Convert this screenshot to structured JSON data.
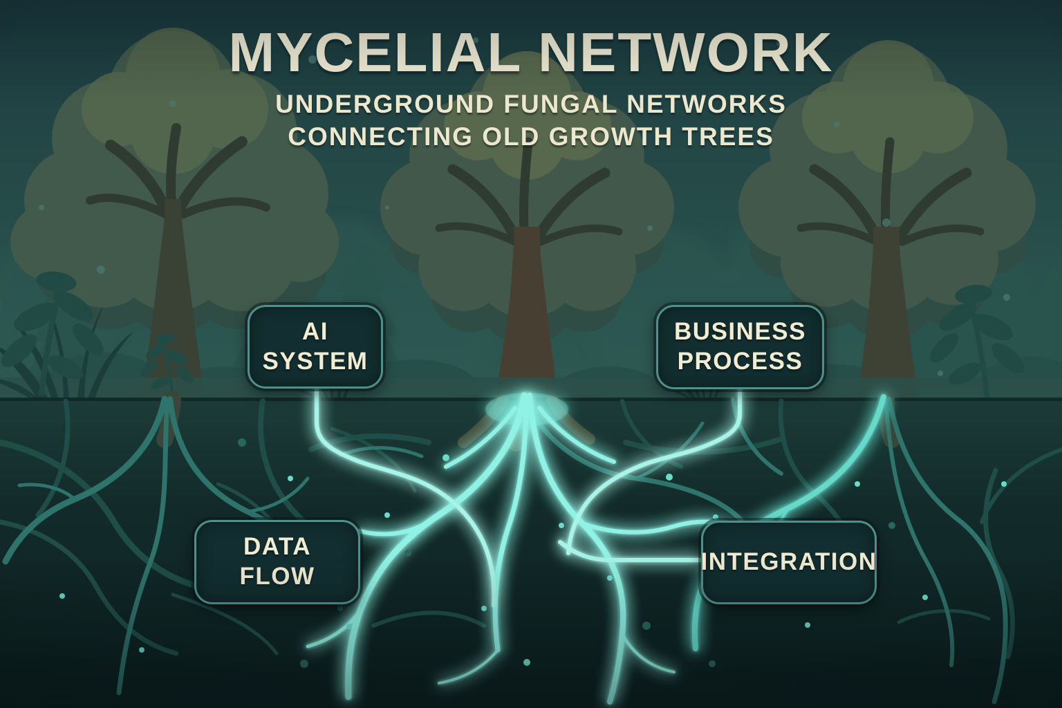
{
  "header": {
    "title": "MYCELIAL NETWORK",
    "subtitle_line1": "UNDERGROUND FUNGAL NETWORKS",
    "subtitle_line2": "CONNECTING OLD GROWTH TREES"
  },
  "nodes": [
    {
      "id": "ai-system",
      "label": "AI\nSYSTEM"
    },
    {
      "id": "business-process",
      "label": "BUSINESS\nPROCESS"
    },
    {
      "id": "data-flow",
      "label": "DATA\nFLOW"
    },
    {
      "id": "integration",
      "label": "INTEGRATION"
    }
  ],
  "colors": {
    "sky_top": "#1a383d",
    "sky_bottom": "#2e5a53",
    "soil_dark": "#0c1f1f",
    "mycelium_glow": "#90f2e4",
    "node_fill": "#122e30",
    "node_border": "#4f908a",
    "text_cream": "#f2ecd2"
  }
}
